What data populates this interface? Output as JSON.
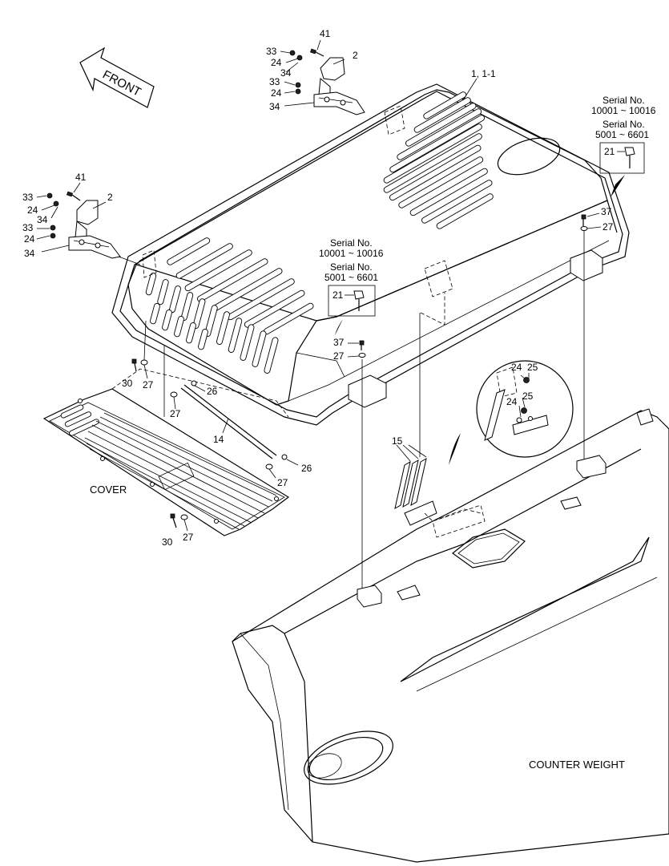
{
  "arrow_label": "FRONT",
  "part_numbers": {
    "hood": "1, 1-1",
    "hinge_right": "2",
    "hinge_left": "2",
    "bolt41_top": "41",
    "bolt41_left": "41",
    "p33_a": "33",
    "p24_a": "24",
    "p34_a": "34",
    "p33_b": "33",
    "p24_b": "24",
    "p34_b": "34",
    "p33_c": "33",
    "p24_c": "24",
    "p34_c": "34",
    "p33_d": "33",
    "p24_d": "24",
    "p34_d": "34",
    "p21_right": "21",
    "p21_mid": "21",
    "p37_right": "37",
    "p27_right": "27",
    "p37_mid": "37",
    "p27_mid": "27",
    "p30_top": "30",
    "p27_cover_top": "27",
    "p27_rod_left": "27",
    "p26_top": "26",
    "p14": "14",
    "p26_bottom": "26",
    "p27_rod_right": "27",
    "p30_bottom": "30",
    "p27_cover_bottom": "27",
    "p15": "15",
    "p24_detail_top": "24",
    "p25_detail_top": "25",
    "p25_detail_mid": "25",
    "p24_detail_mid": "24"
  },
  "serial_right": {
    "line1": "Serial No.",
    "line2": "10001 ~ 10016",
    "line3": "Serial No.",
    "line4": "5001 ~ 6601"
  },
  "serial_mid": {
    "line1": "Serial No.",
    "line2": "10001 ~ 10016",
    "line3": "Serial No.",
    "line4": "5001 ~ 6601"
  },
  "labels": {
    "cover": "COVER",
    "counter_weight": "COUNTER WEIGHT"
  }
}
